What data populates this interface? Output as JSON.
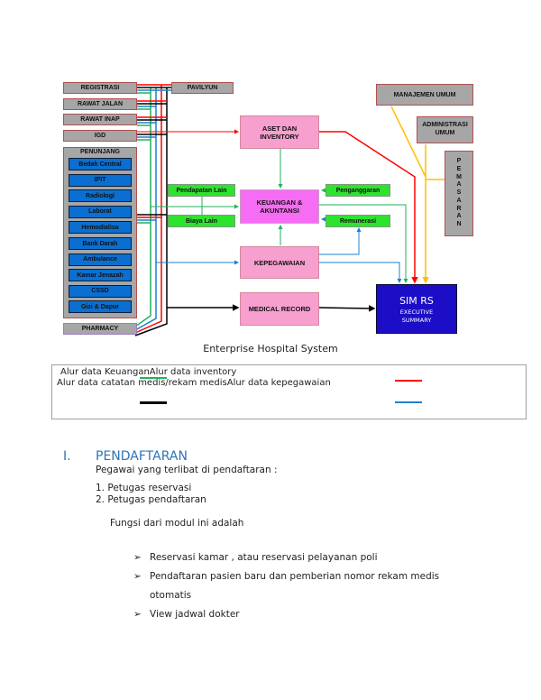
{
  "diagram": {
    "left_column": {
      "registrasi": "REGISTRASI",
      "rawat_jalan": "RAWAT JALAN",
      "rawat_inap": "RAWAT INAP",
      "igd": "IGD",
      "penunjang": {
        "title": "PENUNJANG",
        "items": [
          "Bedah Central",
          "IPIT",
          "Radiologi",
          "Laborat",
          "Hemodialisa",
          "Bank Darah",
          "Ambulance",
          "Kamar Jenazah",
          "CSSD",
          "Gizi & Dapur"
        ]
      },
      "pharmacy": "PHARMACY"
    },
    "pavilyun": "PAVILYUN",
    "aset": "ASET DAN INVENTORY",
    "keuangan": "KEUANGAN & AKUNTANSI",
    "kepegawaian": "KEPEGAWAIAN",
    "medical_record": "MEDICAL RECORD",
    "pendapatan_lain": "Pendapatan Lain",
    "biaya_lain": "Biaya Lain",
    "penganggaran": "Penganggaran",
    "remunerasi": "Remunerasi",
    "manajemen_umum": "MANAJEMEN UMUM",
    "administrasi_umum": "ADMINISTRASI UMUM",
    "pemasaran_letters": [
      "P",
      "E",
      "M",
      "A",
      "S",
      "A",
      "R",
      "A",
      "N"
    ],
    "sim_rs": {
      "title": "SIM RS",
      "line1": "EXECUTIVE",
      "line2": "SUMMARY"
    },
    "colors": {
      "keuangan": "#1fb35a",
      "inventory": "#ff0000",
      "rekam_medis": "#000000",
      "kepegawaian": "#1e7fd0",
      "manajemen": "#ffc000"
    }
  },
  "caption": "Enterprise Hospital System",
  "legend": {
    "line1": "Alur data KeuanganAlur data inventory",
    "line2": "Alur data catatan medis/rekam medisAlur data kepegawaian"
  },
  "section": {
    "number": "I.",
    "title": "PENDAFTARAN",
    "intro": "Pegawai yang terlibat di pendaftaran :",
    "staff": [
      "1. Petugas reservasi",
      "2. Petugas pendaftaran"
    ],
    "function_intro": "Fungsi dari modul ini adalah",
    "bullet_glyph": "➢",
    "functions": [
      "Reservasi kamar , atau reservasi pelayanan poli",
      "Pendaftaran pasien baru dan pemberian nomor rekam medis",
      "otomatis",
      "View jadwal dokter"
    ]
  }
}
